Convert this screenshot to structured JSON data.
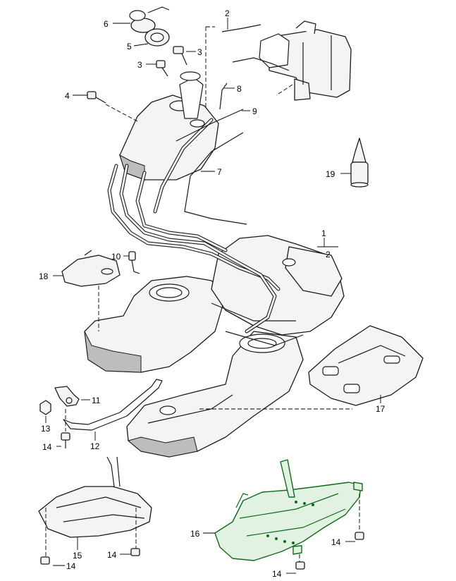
{
  "callouts": {
    "c1": "1",
    "c2_top": "2",
    "c2_tank": "2",
    "c3_a": "3",
    "c3_b": "3",
    "c4": "4",
    "c5": "5",
    "c6": "6",
    "c7": "7",
    "c8": "8",
    "c9": "9",
    "c10": "10",
    "c11": "11",
    "c12": "12",
    "c13": "13",
    "c14_a": "14",
    "c14_b": "14",
    "c14_c": "14",
    "c14_d": "14",
    "c14_e": "14",
    "c15": "15",
    "c16": "16",
    "c17": "17",
    "c18": "18",
    "c19": "19"
  },
  "colors": {
    "highlight": "#0f6b1a",
    "line": "#1a1a1a",
    "background": "#ffffff"
  }
}
